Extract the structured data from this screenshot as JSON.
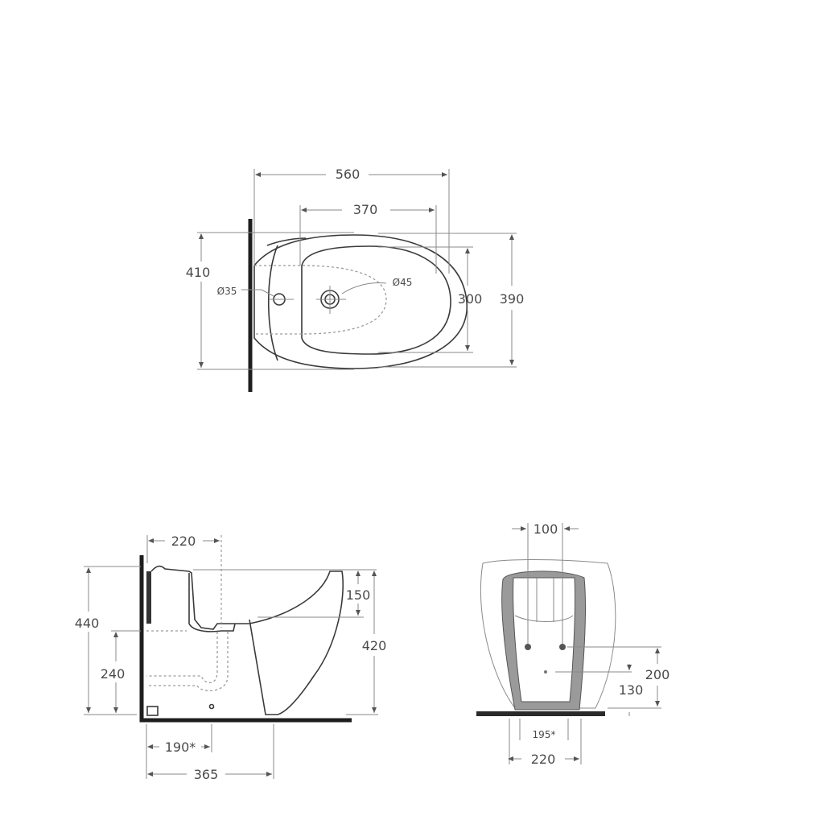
{
  "drawing": {
    "subject": "bidet technical drawing",
    "units": "mm"
  },
  "top_view": {
    "dims": {
      "overall_length": "560",
      "bowl_length": "370",
      "overall_width": "410",
      "bowl_width": "300",
      "body_width": "390",
      "hole_small": "Ø35",
      "hole_large": "Ø45"
    }
  },
  "side_view": {
    "dims": {
      "tap_offset": "220",
      "height_total": "440",
      "inlet_height": "240",
      "bowl_depth": "150",
      "height_rim": "420",
      "drain_offset": "190*",
      "depth": "365"
    }
  },
  "front_view": {
    "dims": {
      "fixing_spacing": "100",
      "fixing_height": "200",
      "drain_height": "130",
      "inner_base": "195*",
      "base_width": "220"
    }
  }
}
